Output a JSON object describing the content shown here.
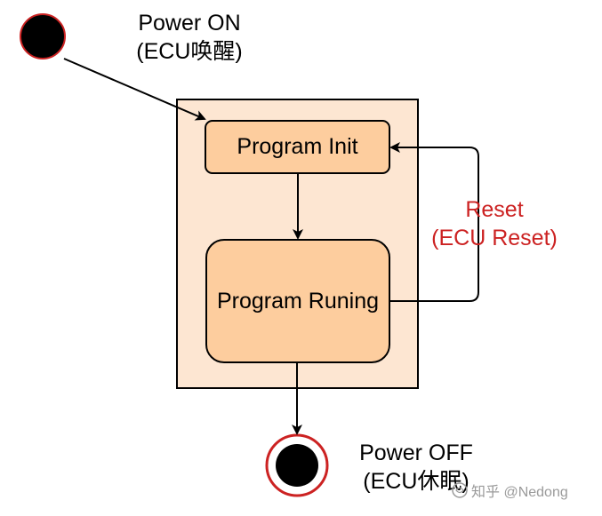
{
  "start_state": {
    "label_line1": "Power ON",
    "label_line2": "(ECU唤醒)"
  },
  "container": {
    "fill": "#fde6d2"
  },
  "init_state": {
    "label": "Program Init",
    "fill": "#fdcd9e"
  },
  "running_state": {
    "label": "Program Runing",
    "fill": "#fdcd9e"
  },
  "reset_transition": {
    "label_line1": "Reset",
    "label_line2": "(ECU Reset)",
    "color": "#cc2222"
  },
  "end_state": {
    "label_line1": "Power OFF",
    "label_line2": "(ECU休眠)"
  },
  "watermark": {
    "text": "知乎 @Nedong"
  },
  "colors": {
    "node_fill": "#000000",
    "node_ring": "#cc2222",
    "stroke": "#000000"
  }
}
